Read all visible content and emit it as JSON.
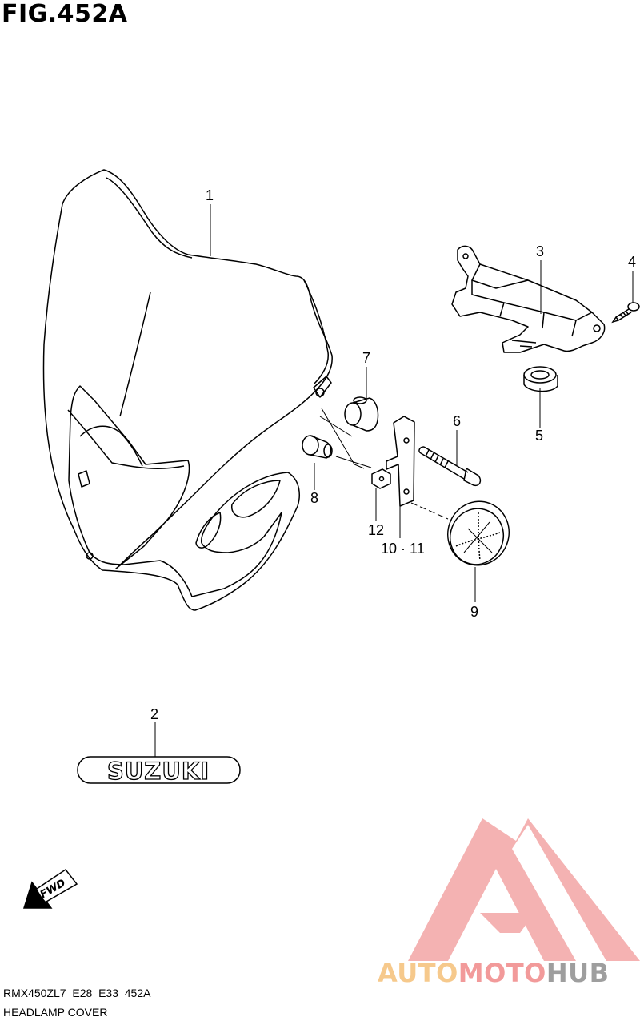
{
  "figure_title": "FIG.452A",
  "callouts": {
    "c1": "1",
    "c2": "2",
    "c3": "3",
    "c4": "4",
    "c5": "5",
    "c6": "6",
    "c7": "7",
    "c8": "8",
    "c9": "9",
    "c10_11": "10 · 11",
    "c12": "12"
  },
  "emblem_text": "SUZUKI",
  "fwd_text": "FWD",
  "caption": {
    "model_code": "RMX450ZL7_E28_E33_452A",
    "name": "HEADLAMP COVER"
  },
  "watermark": {
    "part1": "AUTO",
    "part2": "MOTO",
    "part3": "HUB",
    "colors": {
      "auto": "#f6c98c",
      "moto": "#f29a9a",
      "hub": "#9e9e9e",
      "logo": "#f0a0a0"
    }
  }
}
